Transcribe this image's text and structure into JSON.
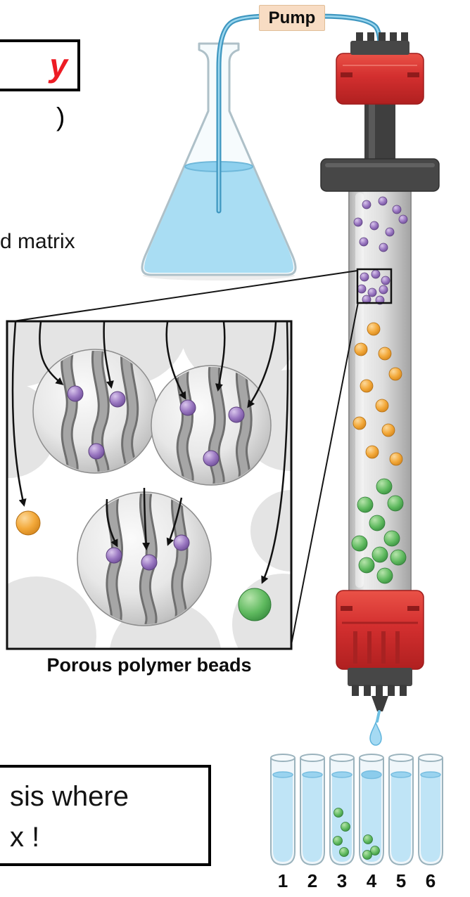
{
  "fragments": {
    "title_partial": "y",
    "paren_partial": ")",
    "matrix_partial": "d matrix",
    "note_line1": "sis where",
    "note_line2": "x !"
  },
  "labels": {
    "pump": "Pump",
    "inset_caption": "Porous polymer beads"
  },
  "tubes": {
    "numbers": [
      "1",
      "2",
      "3",
      "4",
      "5",
      "6"
    ],
    "tubes_with_green_beads": [
      "3",
      "4"
    ],
    "tube_being_filled": "4"
  },
  "column": {
    "bead_zones_top_to_bottom": [
      "purple",
      "orange",
      "green"
    ]
  },
  "colors": {
    "title_text_red": "#ed1c24",
    "pump_box_tan": "#f8dcc3",
    "column_cap_red": "#d32f2f",
    "tubing_blue": "#3f97c0",
    "flask_liquid_blue": "#a9ddf3",
    "bead_purple": "#8f6db5",
    "bead_orange": "#f2a93b",
    "bead_green": "#5cb85c"
  }
}
